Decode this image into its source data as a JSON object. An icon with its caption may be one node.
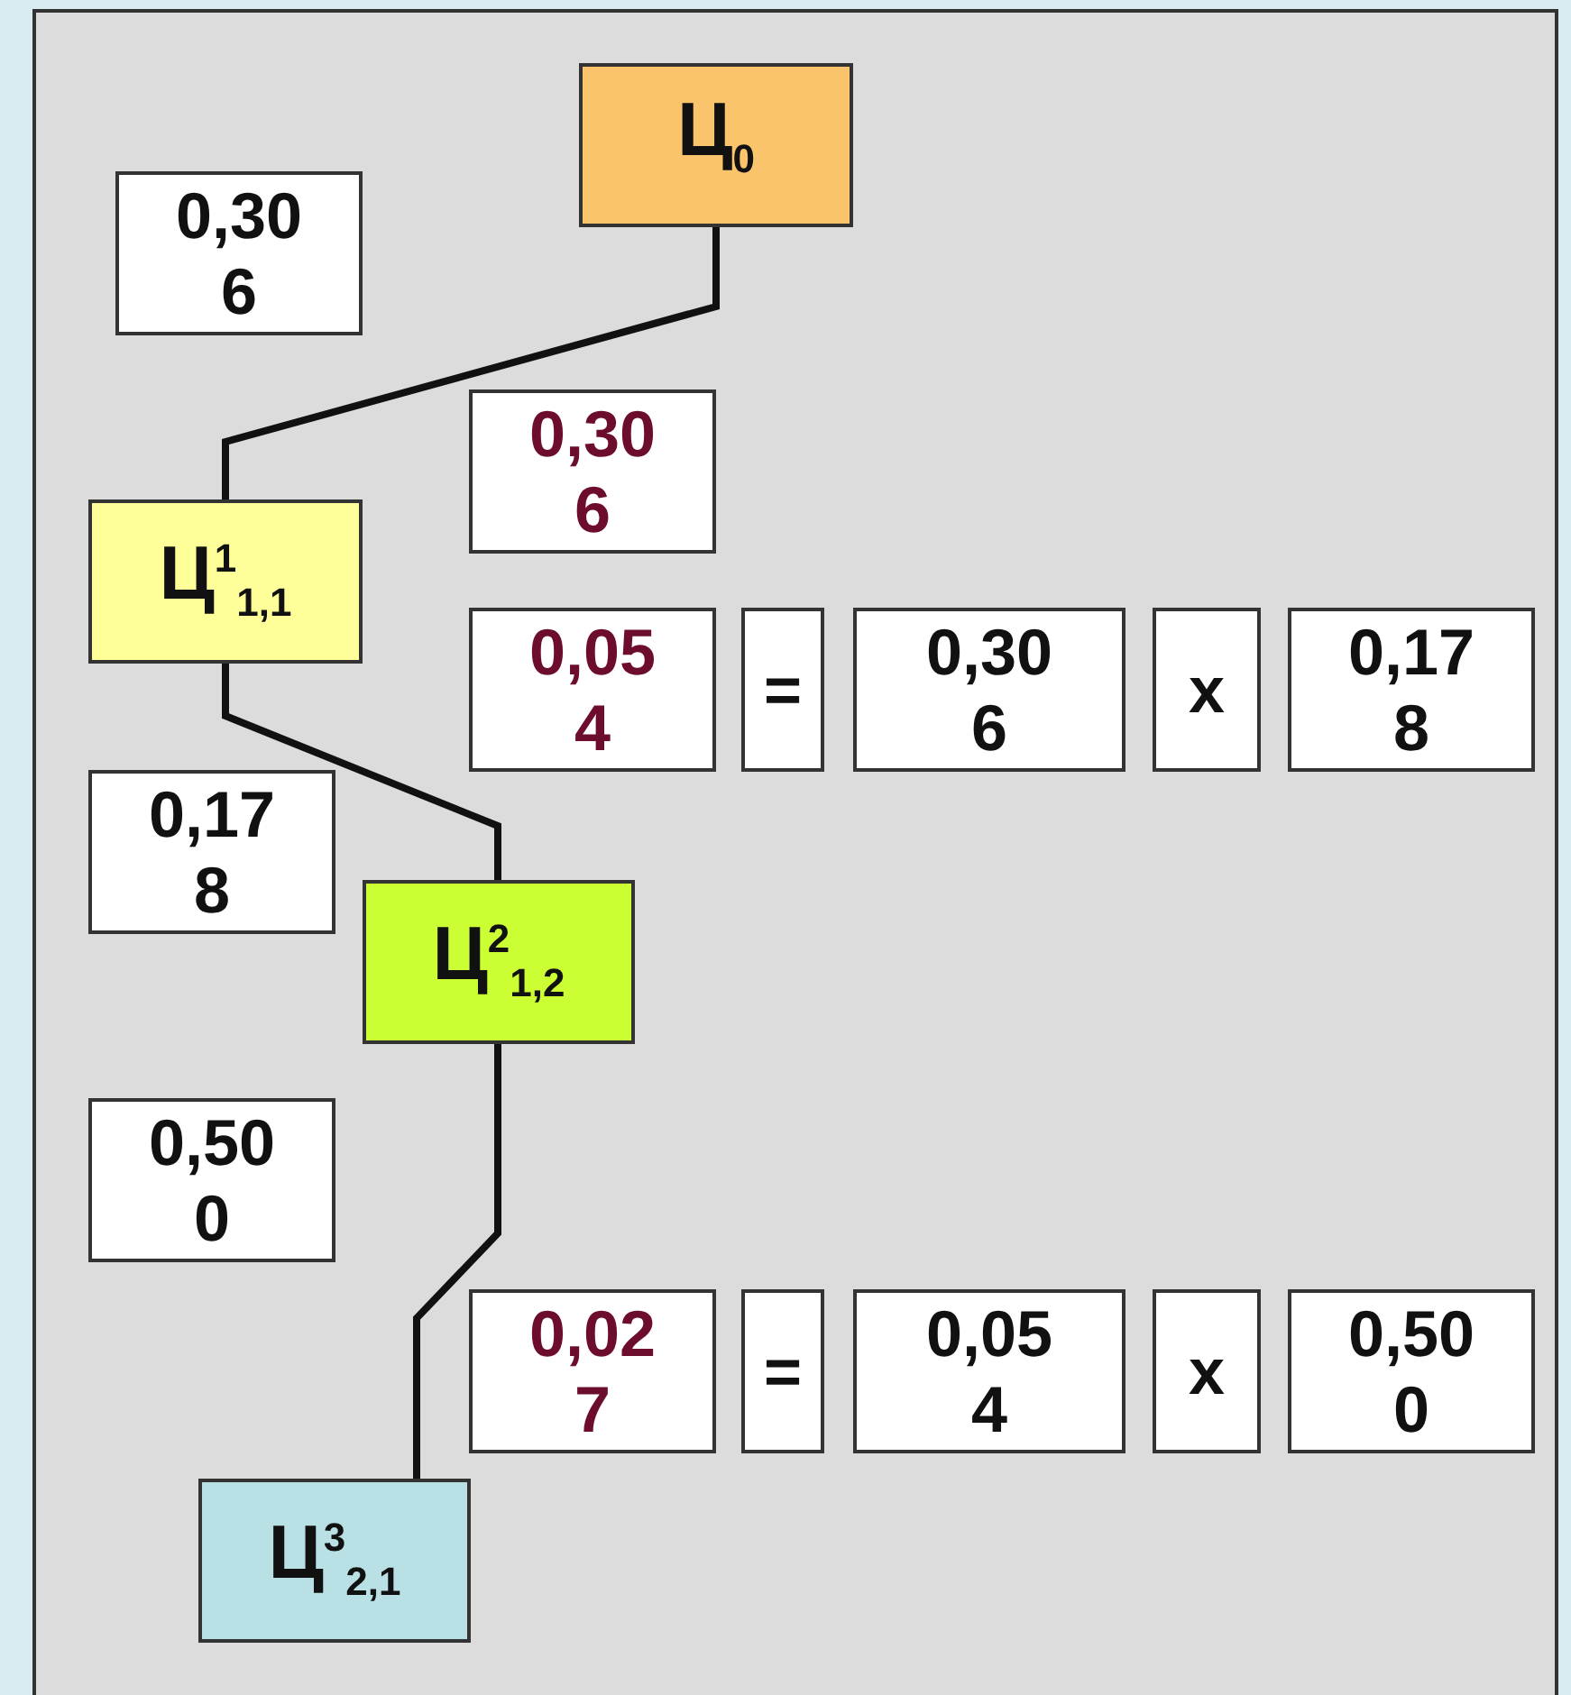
{
  "diagram": {
    "nodes": [
      {
        "text": [
          "Ц$_{0}$"
        ]
      },
      {
        "text": [
          "0,306"
        ]
      },
      {
        "text": [
          "0,306"
        ]
      },
      {
        "text": [
          "Ц$^{1}$$_{1,1}$"
        ]
      },
      {
        "text": [
          "0,054"
        ]
      },
      {
        "text": [
          "="
        ]
      },
      {
        "text": [
          "0,306"
        ]
      },
      {
        "text": [
          "x"
        ]
      },
      {
        "text": [
          "0,178"
        ]
      },
      {
        "text": [
          "0,178"
        ]
      },
      {
        "text": [
          "Ц$^{2}$$_{1,2}$"
        ]
      },
      {
        "text": [
          "0,500"
        ]
      },
      {
        "text": [
          "0,027"
        ]
      },
      {
        "text": [
          "="
        ]
      },
      {
        "text": [
          "0,054"
        ]
      },
      {
        "text": [
          "x"
        ]
      },
      {
        "text": [
          "0,500"
        ]
      },
      {
        "text": [
          "Ц$^{3}$$_{2,1}$"
        ]
      }
    ],
    "edges": [
      {
        "from": 0,
        "to": 3,
        "arrow": "none"
      },
      {
        "from": 3,
        "to": 10,
        "arrow": "none"
      },
      {
        "from": 10,
        "to": 17,
        "arrow": "none"
      }
    ]
  }
}
